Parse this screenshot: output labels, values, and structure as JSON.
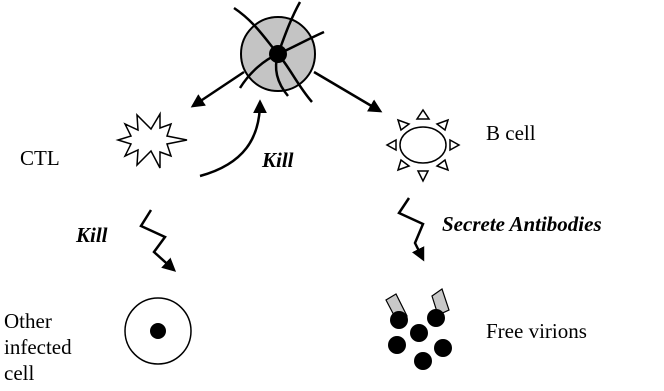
{
  "labels": {
    "ctl": "CTL",
    "b_cell": "B cell",
    "kill_upper": "Kill",
    "kill_lower": "Kill",
    "secrete_antibodies": "Secrete Antibodies",
    "other_infected_cell": [
      "Other",
      "infected",
      "cell"
    ],
    "free_virions": "Free virions"
  },
  "colors": {
    "infected_cell_fill": "#c4c4c4",
    "ink": "#000000",
    "antibody_fill": "#c8c8c8"
  }
}
